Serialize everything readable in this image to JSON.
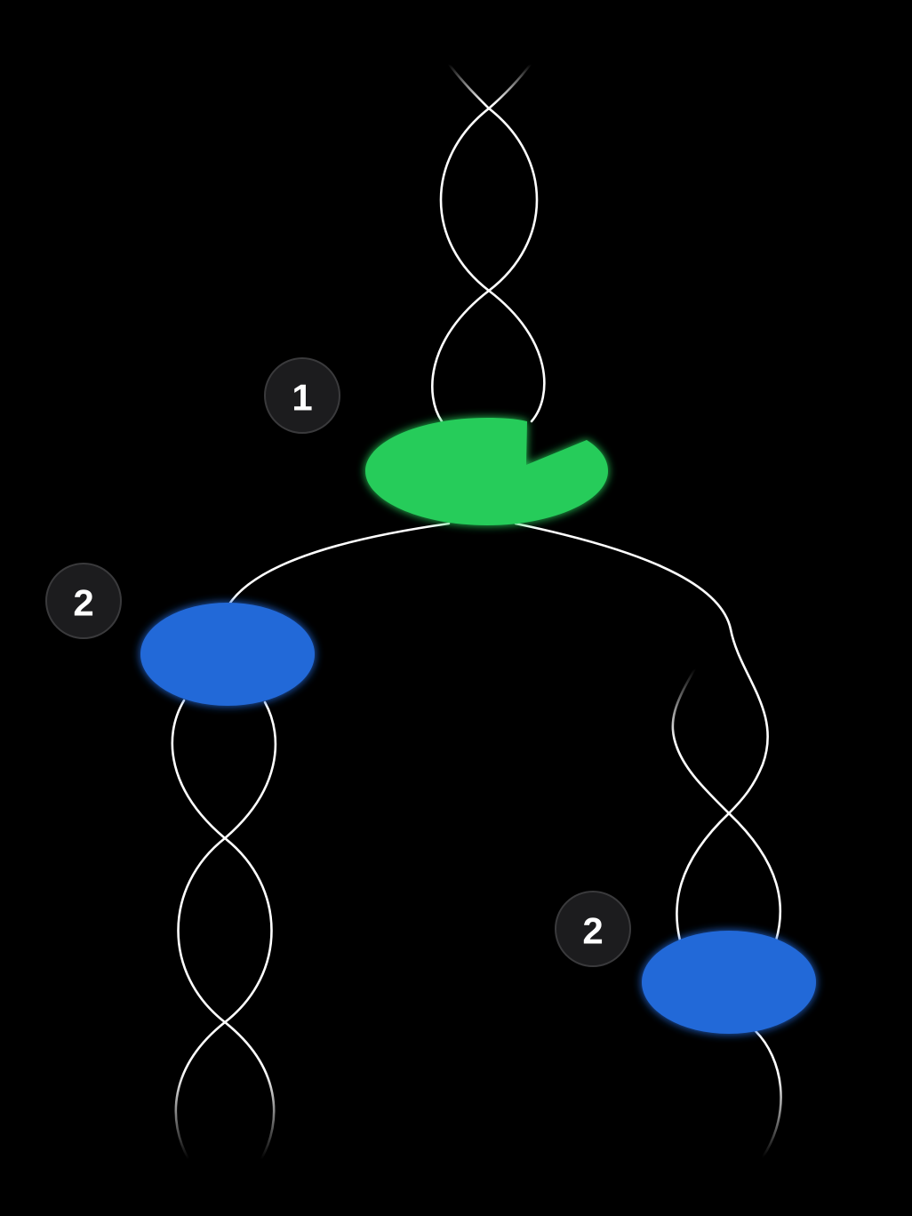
{
  "colors": {
    "background": "#000000",
    "strand": "#ffffff",
    "root_node": "#25CC5A",
    "child_node": "#2369D8",
    "badge_fill": "#1c1c1e",
    "badge_stroke": "#3a3a3c",
    "badge_text": "#ffffff"
  },
  "nodes": {
    "root": {
      "badge": "1",
      "shape": "ellipse-with-wedge-cutout"
    },
    "left_child": {
      "badge": "2",
      "shape": "ellipse"
    },
    "right_child": {
      "badge": "2",
      "shape": "ellipse"
    }
  }
}
